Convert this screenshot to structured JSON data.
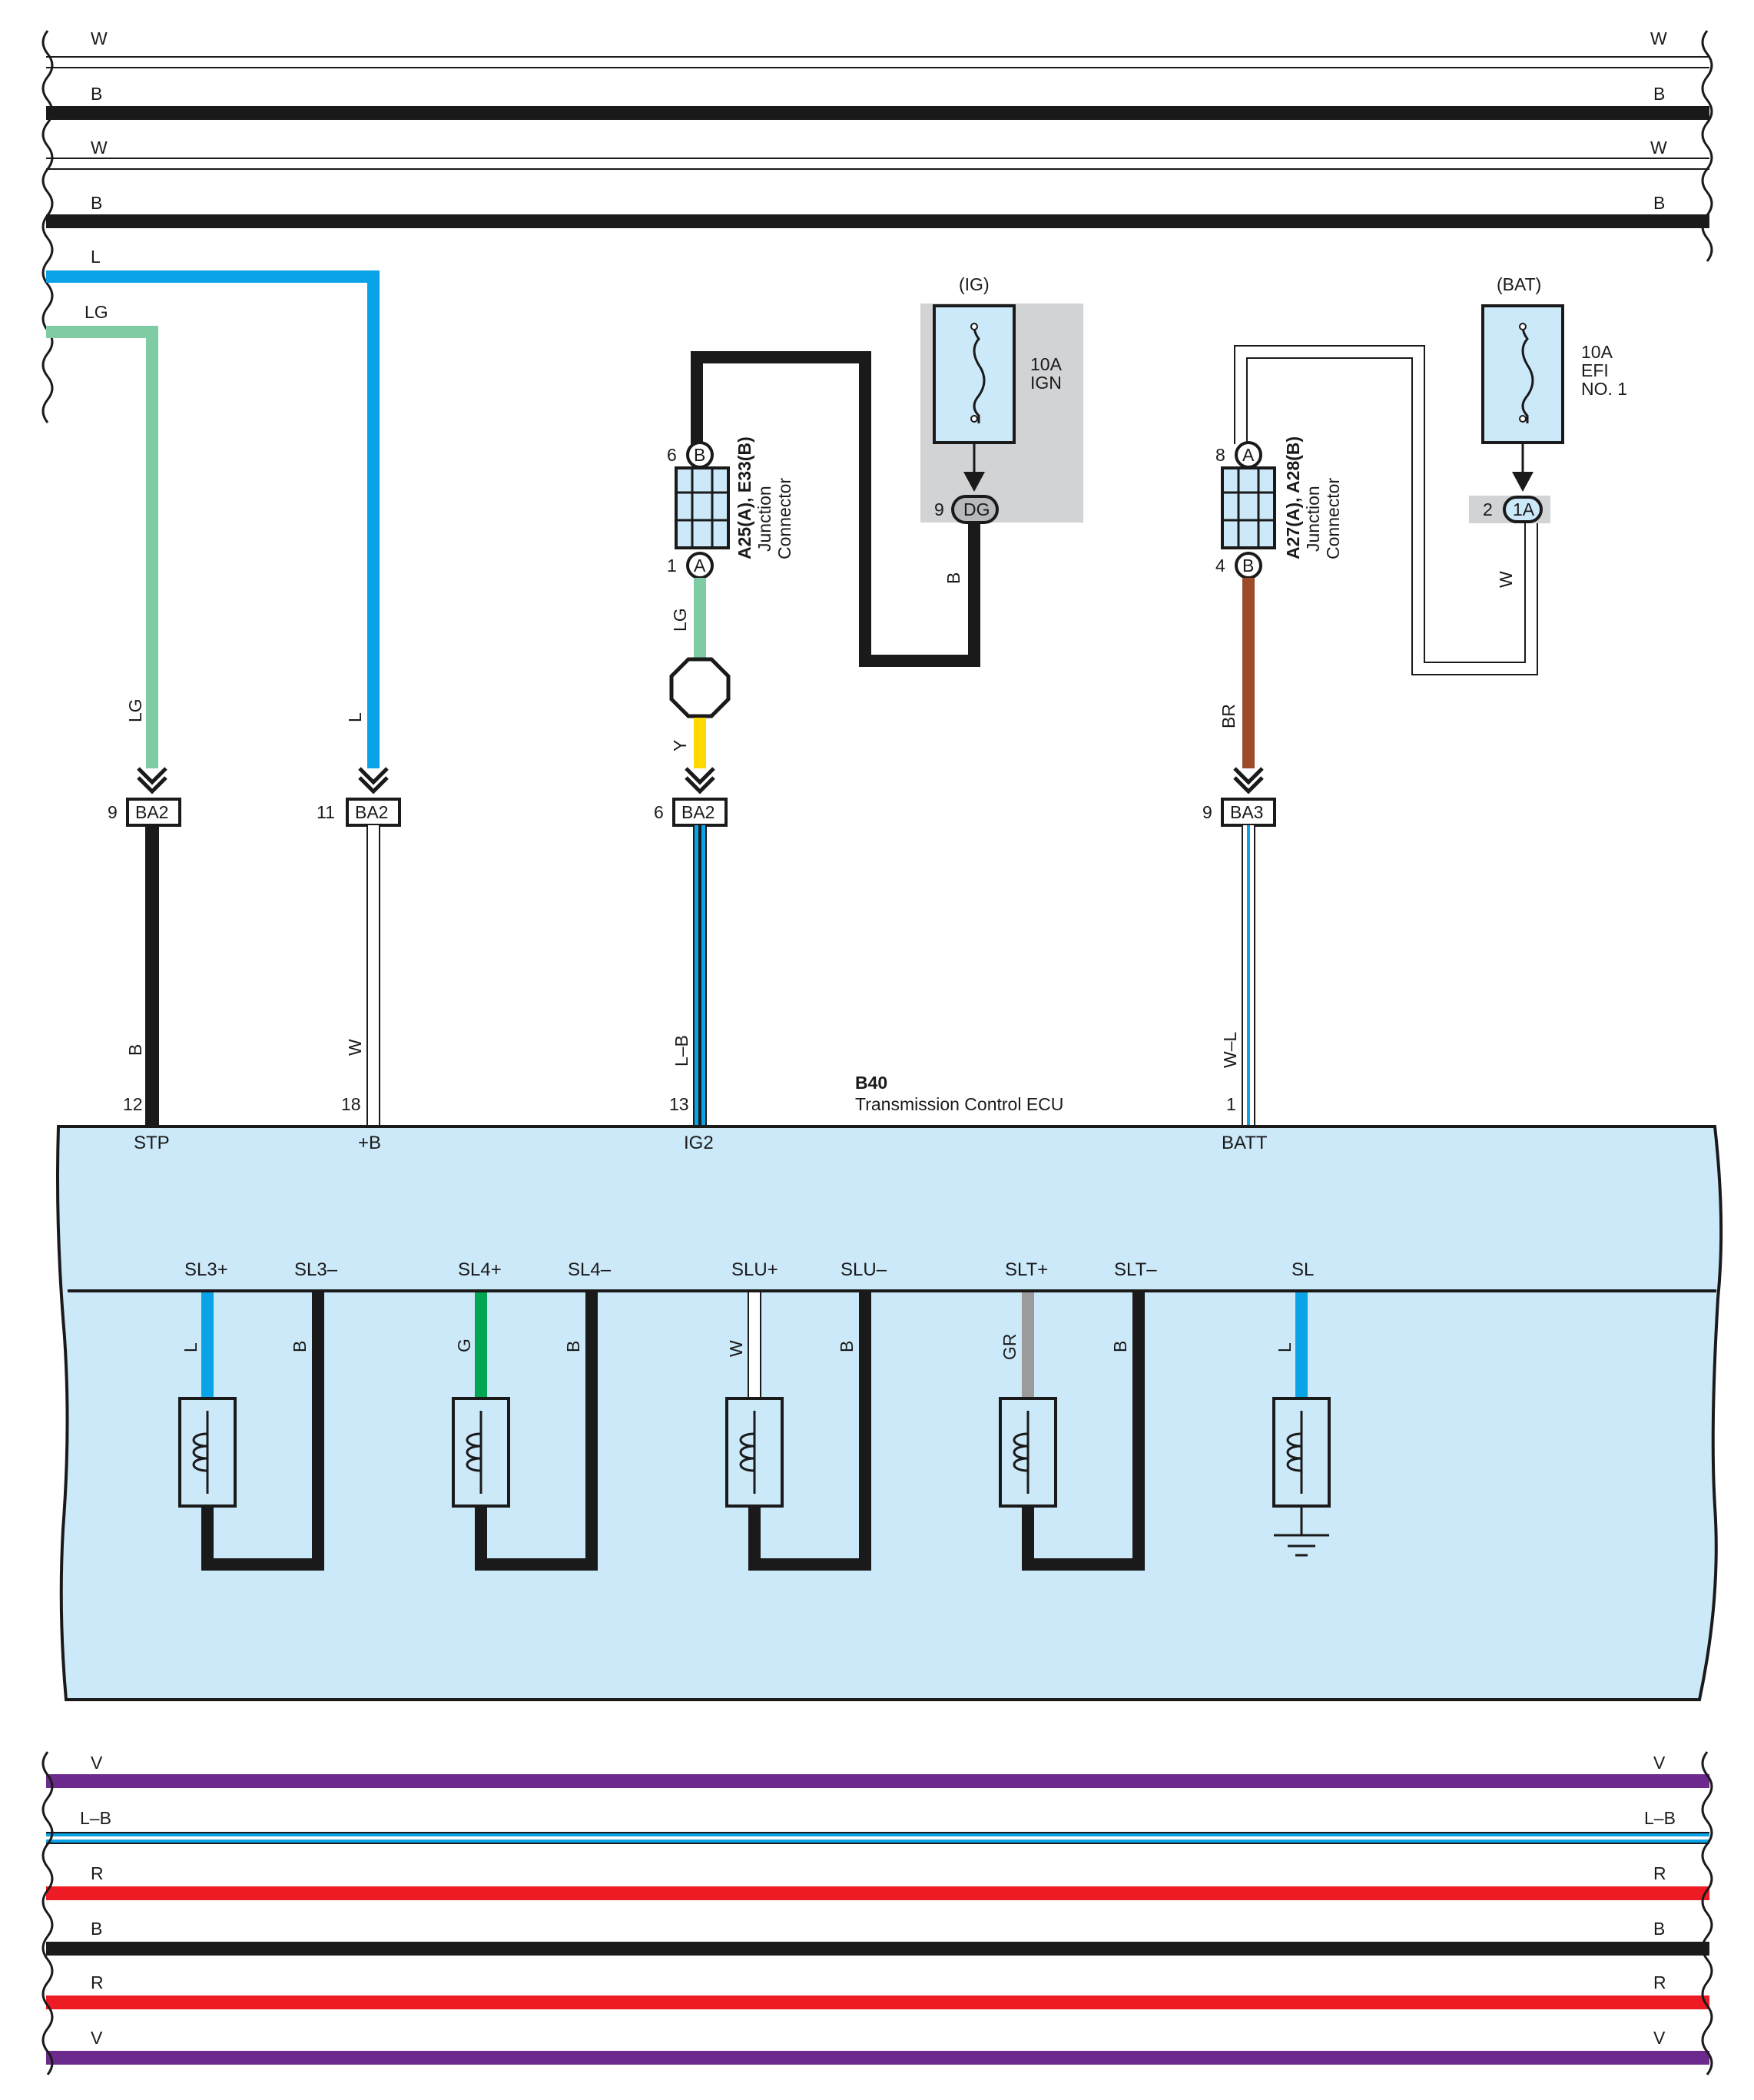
{
  "colors": {
    "W": "#ffffff",
    "B": "#1a1a1a",
    "L": "#0aa3e8",
    "LG": "#7fcba3",
    "Y": "#ffd800",
    "BR": "#9c4a2a",
    "G": "#00a651",
    "GR": "#9b9b9b",
    "V": "#6b2a8c",
    "R": "#ed1c24",
    "ecu_fill": "#cce9f9",
    "fuse_bg": "#d2d3d5"
  },
  "top_wires": [
    {
      "color": "W"
    },
    {
      "color": "B"
    },
    {
      "color": "W"
    },
    {
      "color": "B"
    }
  ],
  "bottom_wires": [
    {
      "color": "V"
    },
    {
      "color": "L–B"
    },
    {
      "color": "R"
    },
    {
      "color": "B"
    },
    {
      "color": "R"
    },
    {
      "color": "V"
    }
  ],
  "entry_wires": {
    "blue": "L",
    "green": "LG"
  },
  "ecu": {
    "code": "B40",
    "name": "Transmission Control ECU",
    "terminals": [
      {
        "name": "STP",
        "pin": "12",
        "wire": "B"
      },
      {
        "name": "+B",
        "pin": "18",
        "wire": "W"
      },
      {
        "name": "IG2",
        "pin": "13",
        "wire": "L–B"
      },
      {
        "name": "BATT",
        "pin": "1",
        "wire": "W–L"
      }
    ],
    "solenoids": [
      {
        "plus": "SL3+",
        "minus": "SL3–",
        "plus_wire": "L",
        "minus_wire": "B"
      },
      {
        "plus": "SL4+",
        "minus": "SL4–",
        "plus_wire": "G",
        "minus_wire": "B"
      },
      {
        "plus": "SLU+",
        "minus": "SLU–",
        "plus_wire": "W",
        "minus_wire": "B"
      },
      {
        "plus": "SLT+",
        "minus": "SLT–",
        "plus_wire": "GR",
        "minus_wire": "B"
      },
      {
        "plus": "SL",
        "plus_wire": "L"
      }
    ]
  },
  "connectors": [
    {
      "name": "BA2",
      "pin": "9",
      "upper_wire": "LG"
    },
    {
      "name": "BA2",
      "pin": "11",
      "upper_wire": "L"
    },
    {
      "name": "BA2",
      "pin": "6",
      "upper_wire": "Y"
    },
    {
      "name": "BA3",
      "pin": "9",
      "upper_wire": "BR"
    }
  ],
  "junction1": {
    "line1": "A25(A), E33(B)",
    "line2": "Junction",
    "line3": "Connector",
    "top_pin": "6",
    "top_letter": "B",
    "bottom_pin": "1",
    "bottom_letter": "A",
    "below_wire": "LG",
    "feed_wire": "B"
  },
  "junction2": {
    "line1": "A27(A), A28(B)",
    "line2": "Junction",
    "line3": "Connector",
    "top_pin": "8",
    "top_letter": "A",
    "bottom_pin": "4",
    "bottom_letter": "B",
    "feed_wire": "W"
  },
  "fuse_ig": {
    "group": "(IG)",
    "rating": "10A",
    "name": "IGN",
    "pin": "9",
    "connector": "DG"
  },
  "fuse_bat": {
    "group": "(BAT)",
    "rating": "10A",
    "name1": "EFI",
    "name2": "NO. 1",
    "pin": "2",
    "connector": "1A"
  }
}
